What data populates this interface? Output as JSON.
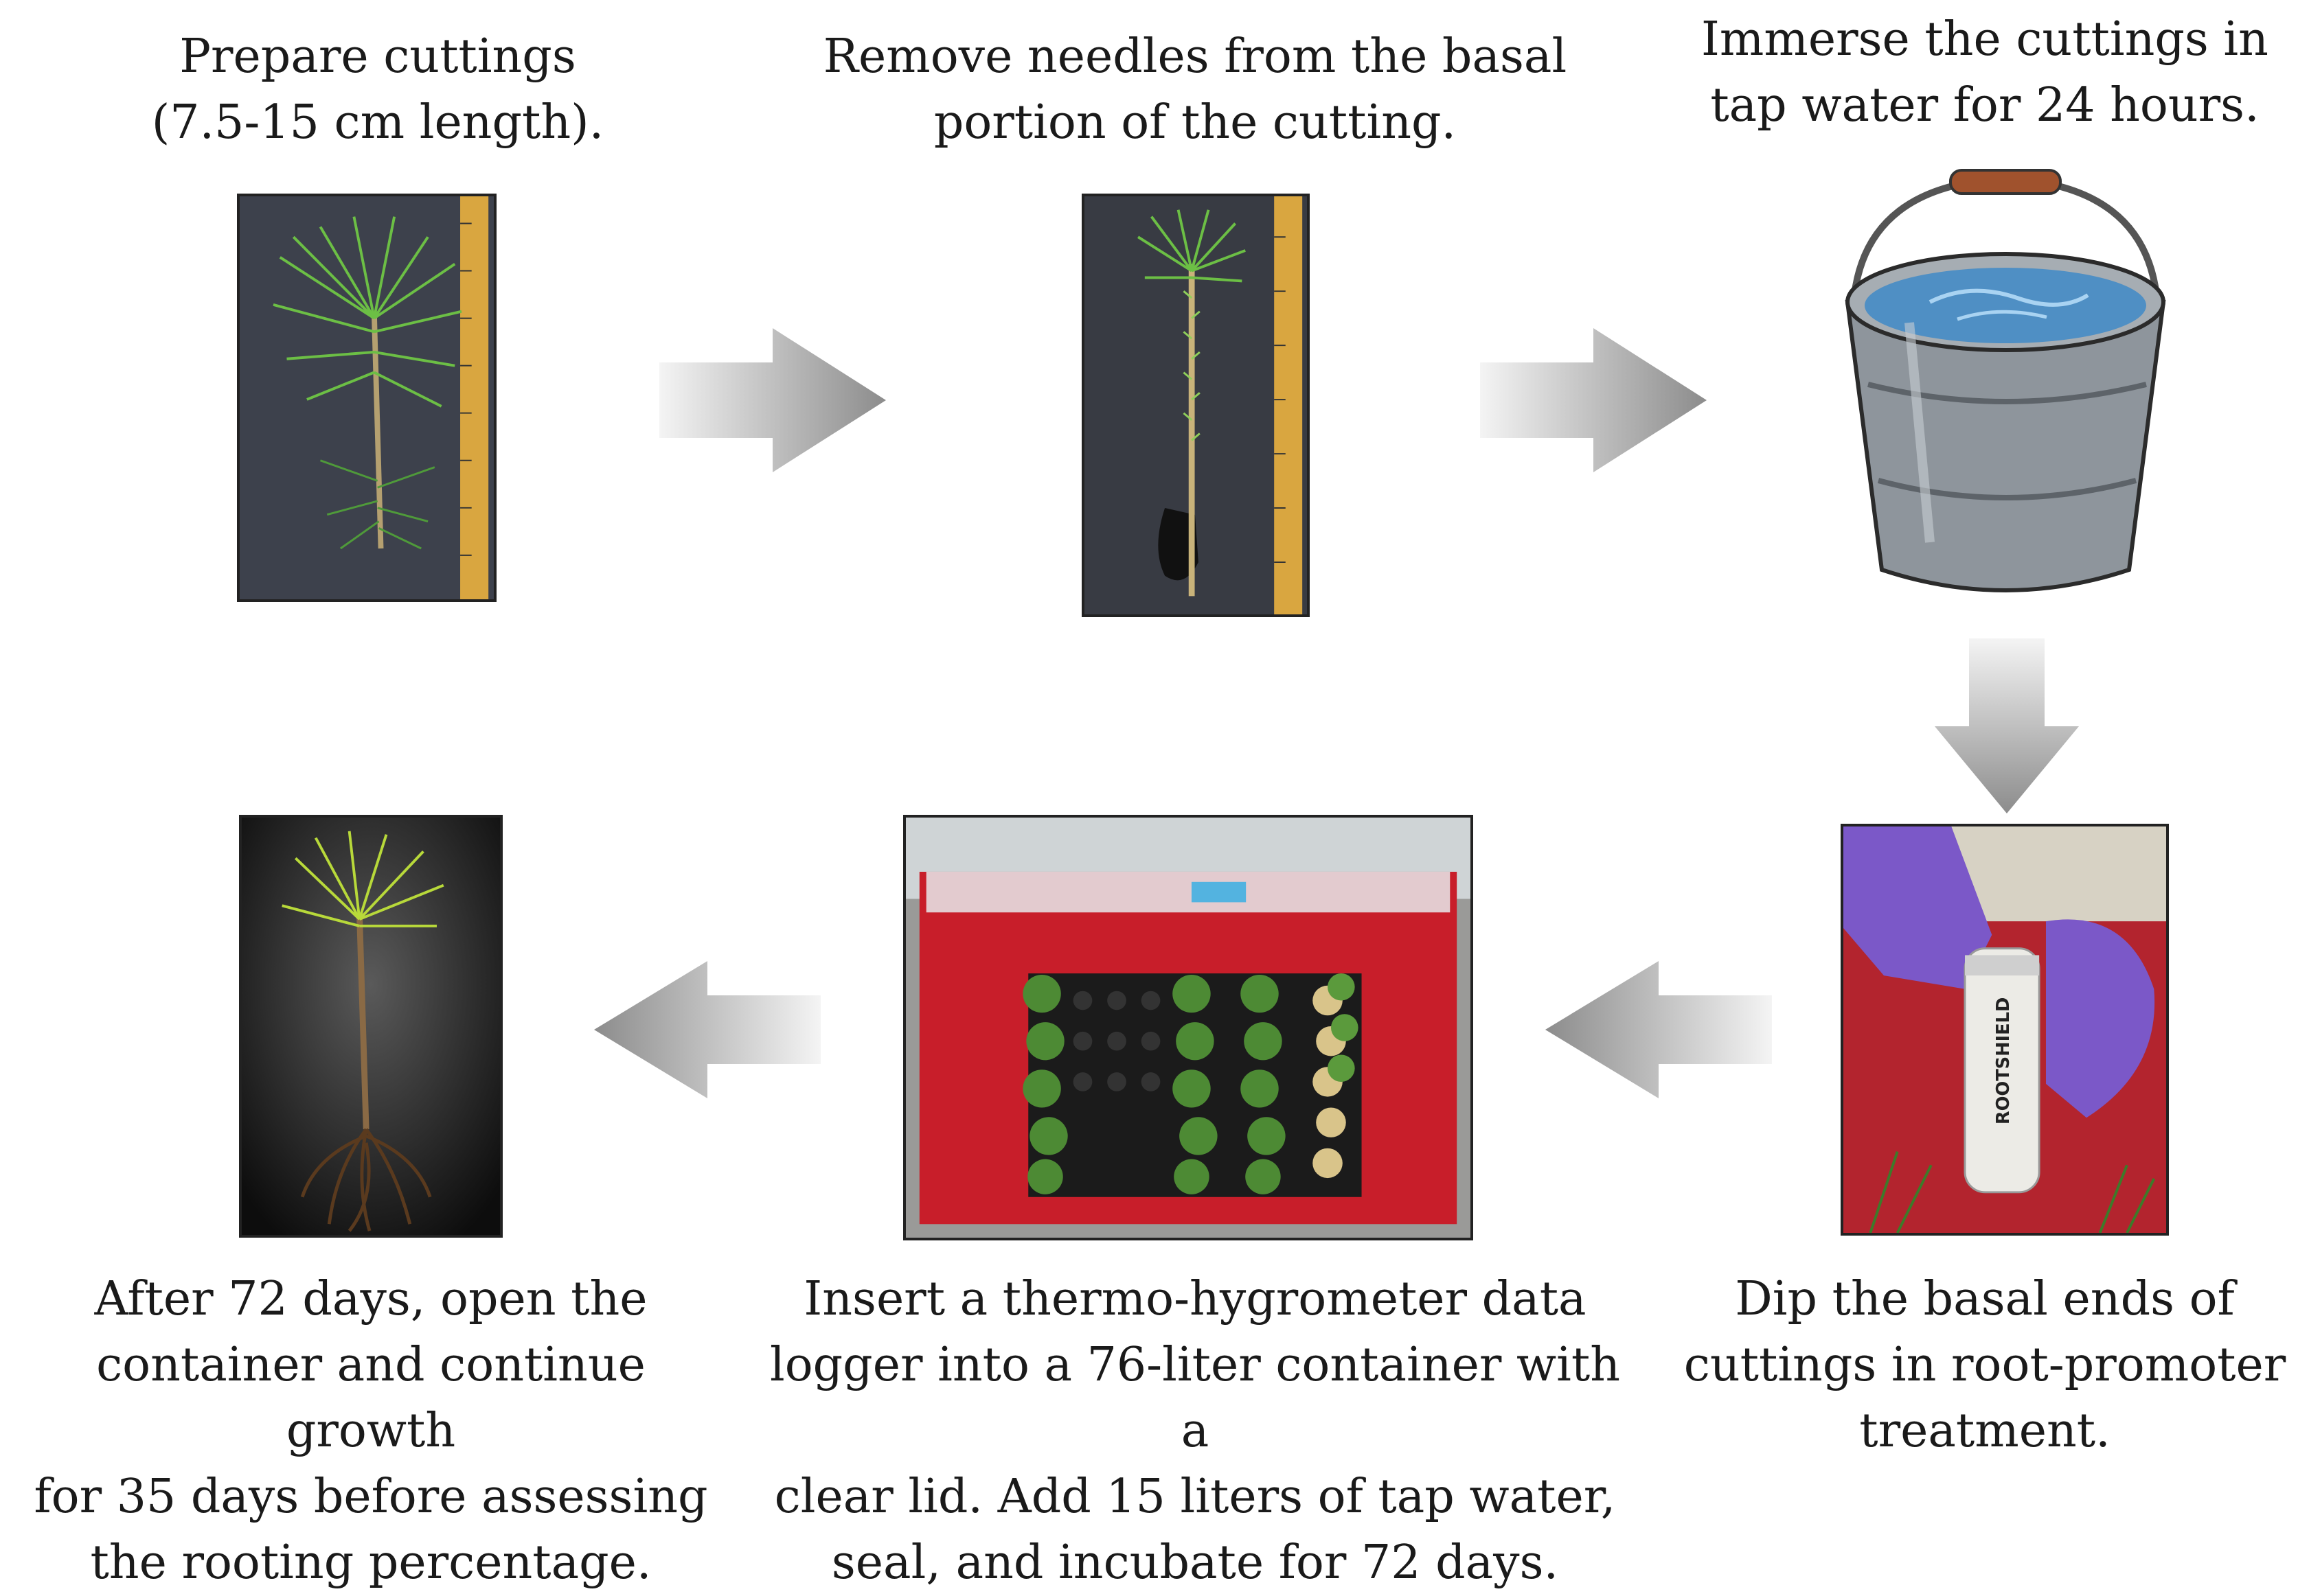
{
  "steps": [
    {
      "caption": "Prepare cuttings\n(7.5-15 cm length)."
    },
    {
      "caption": "Remove needles from the basal\nportion of the cutting."
    },
    {
      "caption": "Immerse the cuttings in\ntap water for 24 hours."
    },
    {
      "caption": "Dip the basal ends of\ncuttings in root-promoter\ntreatment."
    },
    {
      "caption": "Insert a thermo-hygrometer data\nlogger into a 76-liter container with a\nclear lid. Add 15 liters of tap water,\nseal, and incubate for 72 days."
    },
    {
      "caption": "After 72 days, open the\ncontainer and continue growth\nfor 35 days before assessing\nthe rooting percentage."
    }
  ],
  "photo_labels": {
    "tube_label": "ROOTSHIELD"
  },
  "colors": {
    "arrow_light": "#f2f2f2",
    "arrow_dark": "#8c8c8c",
    "container_red": "#c81e2a",
    "needle_green": "#5fae3a",
    "glove_purple": "#7b58c8",
    "water_blue": "#4f8fc4"
  }
}
